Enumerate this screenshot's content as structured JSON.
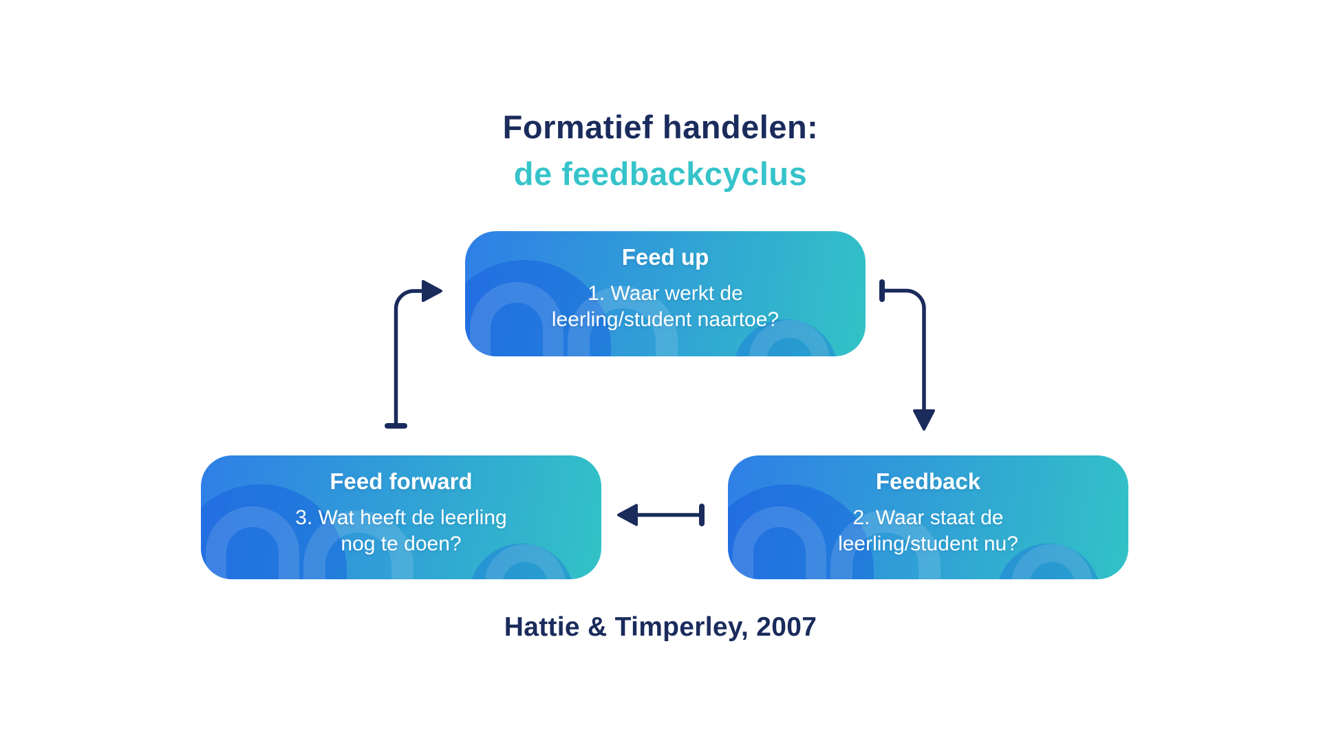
{
  "slide": {
    "title_line1": "Formatief handelen:",
    "title_line2": "de feedbackcyclus",
    "attribution": "Hattie & Timperley, 2007"
  },
  "boxes": [
    {
      "heading": "Feed up",
      "body_line1": "1. Waar werkt de",
      "body_line2": "leerling/student naartoe?"
    },
    {
      "heading": "Feedback",
      "body_line1": "2. Waar staat de",
      "body_line2": "leerling/student nu?"
    },
    {
      "heading": "Feed forward",
      "body_line1": "3. Wat heeft de leerling",
      "body_line2": "nog te doen?"
    }
  ],
  "colors": {
    "navy": "#1a2b5c",
    "teal_accent": "#36c3ca",
    "box_gradient_start": "#2f7fe6",
    "box_gradient_end": "#32c2c6"
  }
}
